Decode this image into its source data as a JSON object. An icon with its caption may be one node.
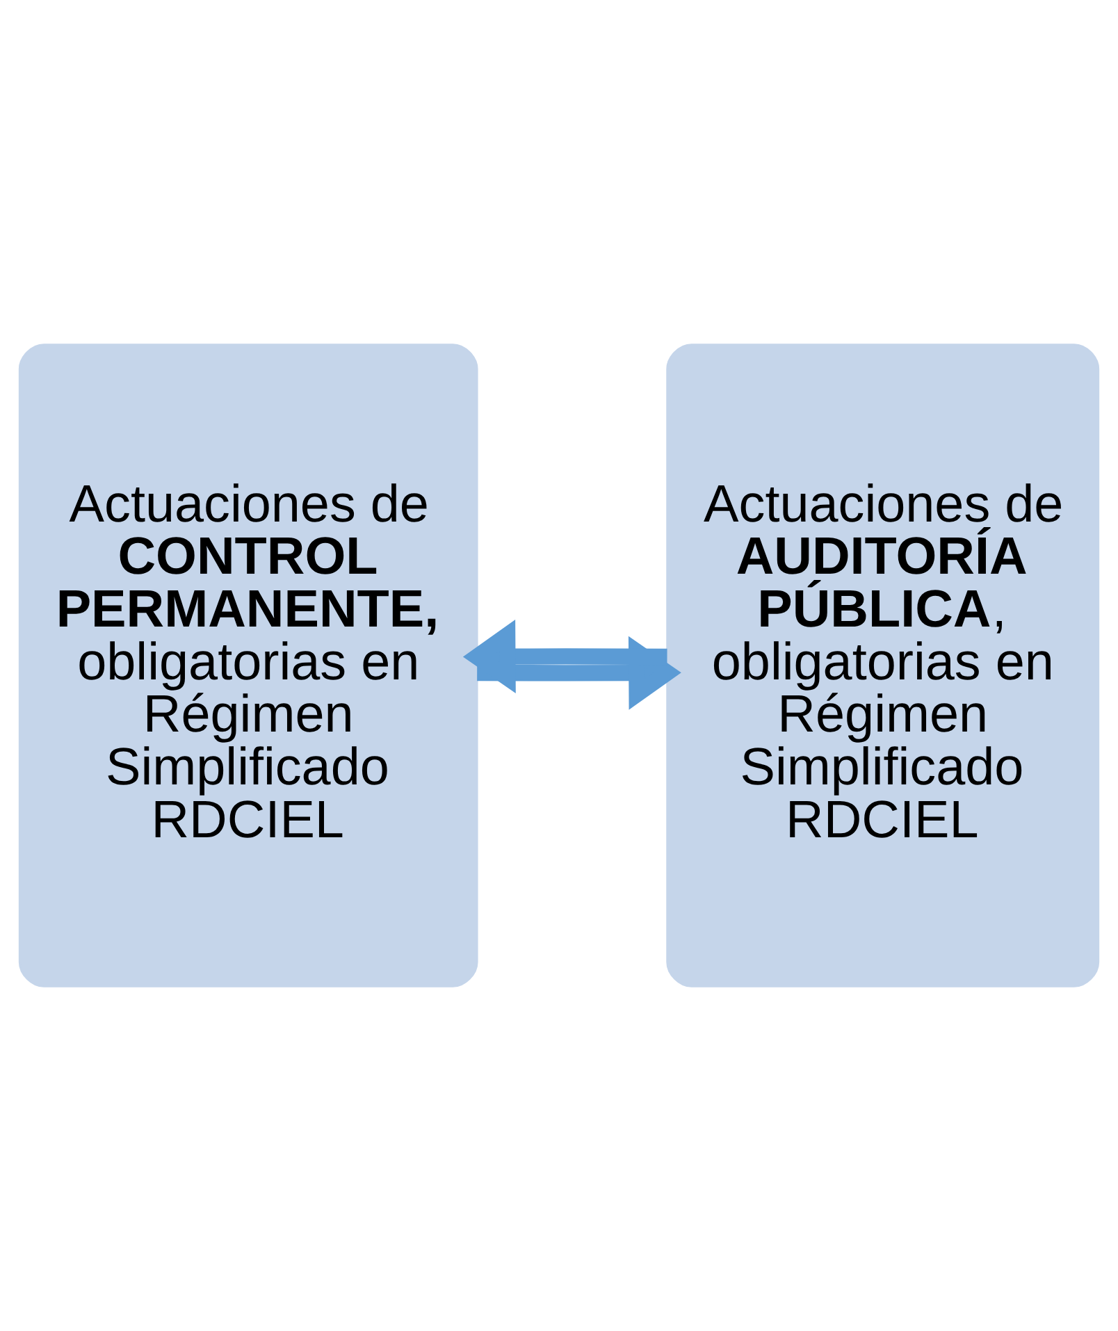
{
  "diagram": {
    "nodes": [
      {
        "text": [
          "Actuaciones de **CONTROL PERMANENTE,** obligatorias en Régimen Simplificado RDCIEL"
        ]
      },
      {
        "text": [
          "Actuaciones de **AUDITORÍA PÚBLICA**, obligatorias en Régimen Simplificado RDCIEL"
        ]
      }
    ],
    "edges": [
      {
        "from": 0,
        "to": 1,
        "arrow": "to"
      },
      {
        "from": 1,
        "to": 0,
        "arrow": "to"
      }
    ]
  }
}
